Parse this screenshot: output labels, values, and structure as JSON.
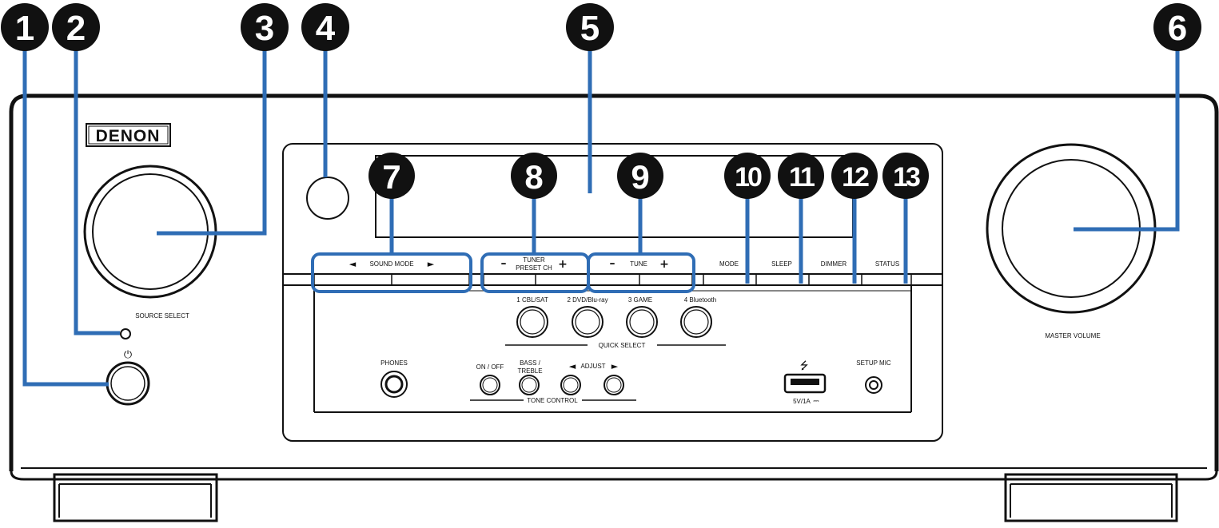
{
  "brand": "DENON",
  "labels": {
    "source_select": "SOURCE SELECT",
    "master_volume": "MASTER VOLUME",
    "sound_mode": "SOUND MODE",
    "tuner_line1": "TUNER",
    "tuner_line2": "PRESET CH",
    "tune": "TUNE",
    "mode": "MODE",
    "sleep": "SLEEP",
    "dimmer": "DIMMER",
    "status": "STATUS",
    "quick_1": "1 CBL/SAT",
    "quick_2": "2 DVD/Blu-ray",
    "quick_3": "3  GAME",
    "quick_4": "4 Bluetooth",
    "quick_select": "QUICK SELECT",
    "phones": "PHONES",
    "on_off": "ON / OFF",
    "bass_line1": "BASS /",
    "bass_line2": "TREBLE",
    "adjust": "ADJUST",
    "tone_control": "TONE CONTROL",
    "usb_rating": "5V/1A",
    "setup_mic": "SETUP MIC"
  },
  "symbols": {
    "left": "◄",
    "right": "►",
    "minus": "–",
    "plus": "+",
    "power": "⏻",
    "usb": "⭍",
    "dc": "⎓"
  },
  "callouts": [
    "1",
    "2",
    "3",
    "4",
    "5",
    "6",
    "7",
    "8",
    "9",
    "10",
    "11",
    "12",
    "13"
  ],
  "colors": {
    "callout_line": "#2f6db5",
    "callout_badge": "#111111",
    "outline": "#111111"
  }
}
